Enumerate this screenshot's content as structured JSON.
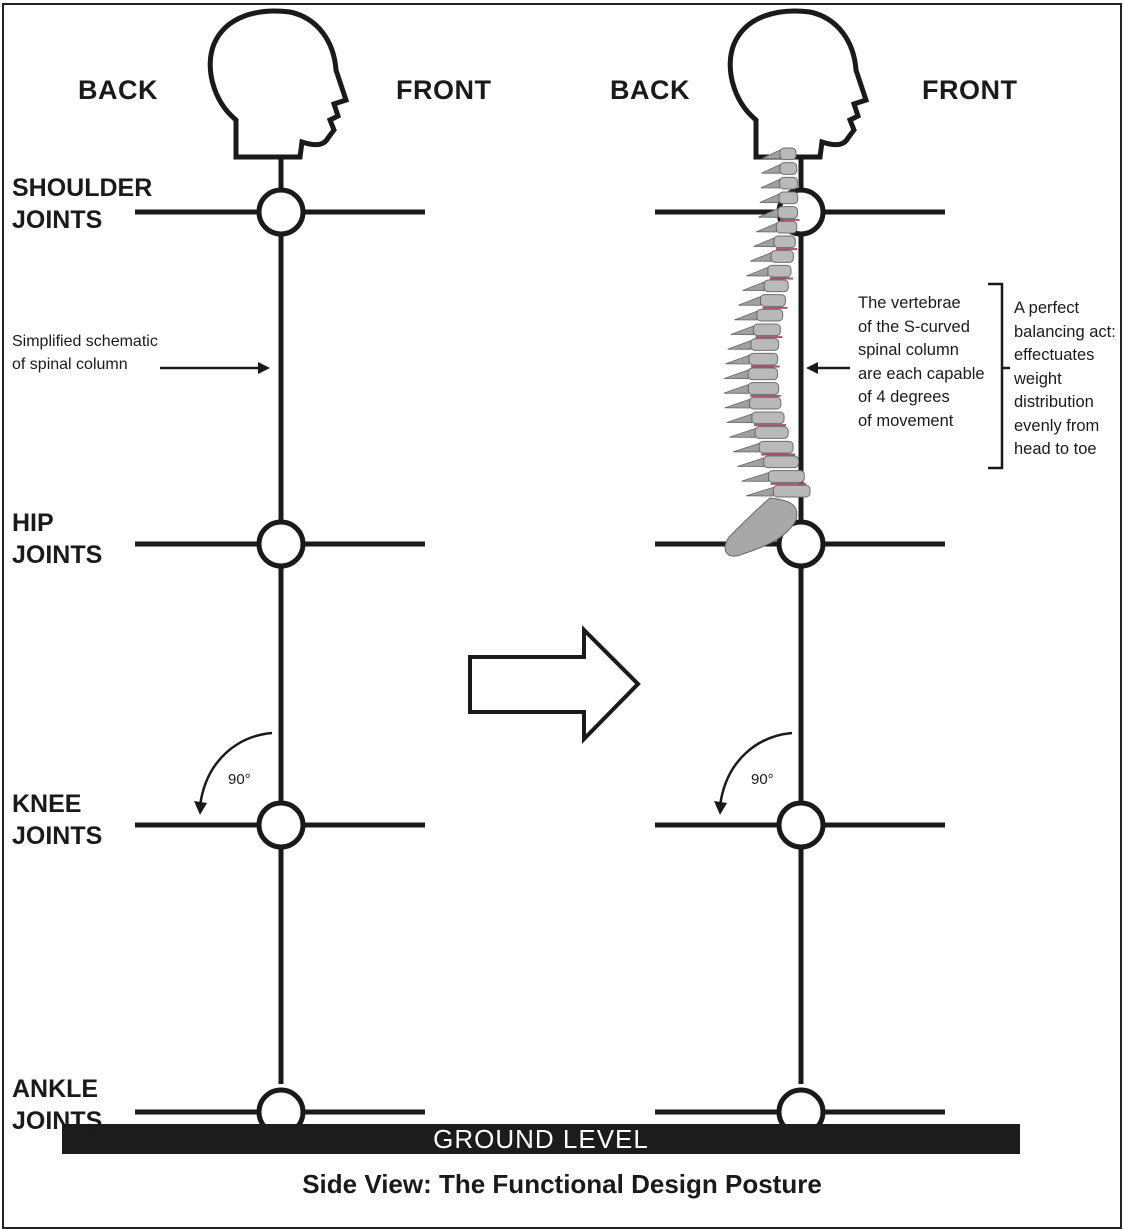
{
  "sides": {
    "back": "BACK",
    "front": "FRONT"
  },
  "joints": {
    "shoulder": "SHOULDER\nJOINTS",
    "hip": "HIP\nJOINTS",
    "knee": "KNEE\nJOINTS",
    "ankle": "ANKLE\nJOINTS"
  },
  "schematic_note": "Simplified schematic\nof spinal column",
  "vertebrae_note": "The vertebrae\nof the S-curved\nspinal column\nare each capable\nof 4 degrees\nof movement",
  "balance_note": "A perfect\nbalancing act:\neffectuates\nweight\ndistribution\nevenly from\nhead to toe",
  "knee_angle": "90°",
  "ground": "GROUND LEVEL",
  "caption": "Side View: The Functional Design Posture",
  "colors": {
    "line": "#1a1a1a",
    "ground_bar": "#1c1c1c",
    "spine_bone": "#b9b9b9",
    "spine_disc": "#a8506a"
  },
  "icons": {
    "head": "head-profile-icon",
    "spine": "spinal-column-illustration",
    "transition": "right-arrow-outline-icon"
  }
}
